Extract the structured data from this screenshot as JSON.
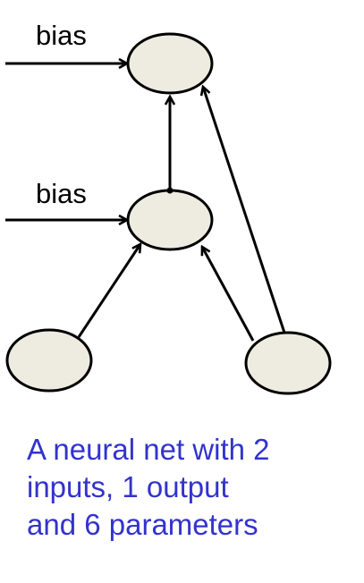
{
  "diagram": {
    "bias_label_top": "bias",
    "bias_label_mid": "bias",
    "node_fill": "#eeebe1",
    "edge_color": "#000000",
    "caption_color": "#3333cc"
  },
  "caption": {
    "line1": "A neural net with 2",
    "line2": "inputs, 1 output",
    "line3": "and 6 parameters"
  }
}
